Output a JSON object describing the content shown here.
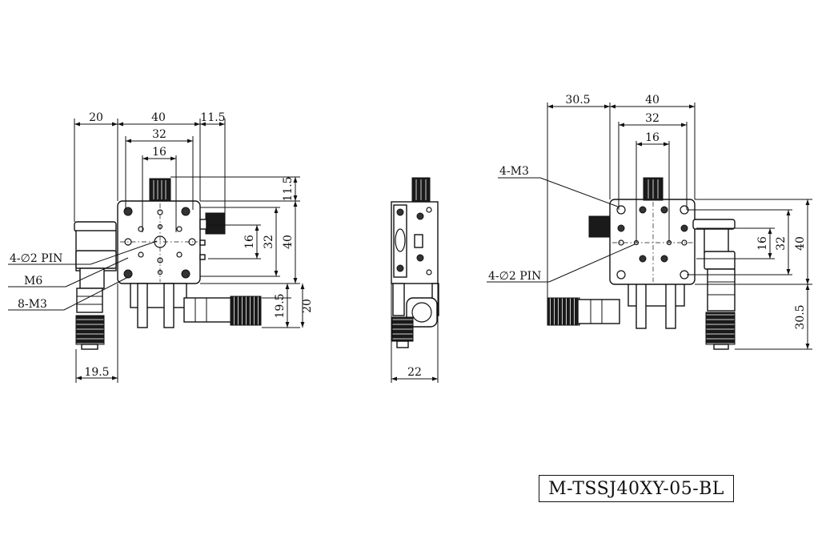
{
  "model": "M-TSSJ40XY-05-BL",
  "views": {
    "left": {
      "dims": {
        "top_20": "20",
        "top_40": "40",
        "top_11_5": "11.5",
        "top_32": "32",
        "top_16": "16",
        "right_11_5": "11.5",
        "right_16": "16",
        "right_32": "32",
        "right_40": "40",
        "right_19_5": "19.5",
        "right_20": "20",
        "bottom_19_5": "19.5"
      },
      "callouts": {
        "pin": "4-∅2 PIN",
        "m6": "M6",
        "m3": "8-M3"
      }
    },
    "side": {
      "dims": {
        "bottom_22": "22"
      }
    },
    "right": {
      "dims": {
        "top_30_5": "30.5",
        "top_40": "40",
        "top_32": "32",
        "top_16": "16",
        "right_16": "16",
        "right_32": "32",
        "right_40": "40",
        "right_30_5": "30.5"
      },
      "callouts": {
        "m3": "4-M3",
        "pin": "4-∅2 PIN"
      }
    }
  }
}
